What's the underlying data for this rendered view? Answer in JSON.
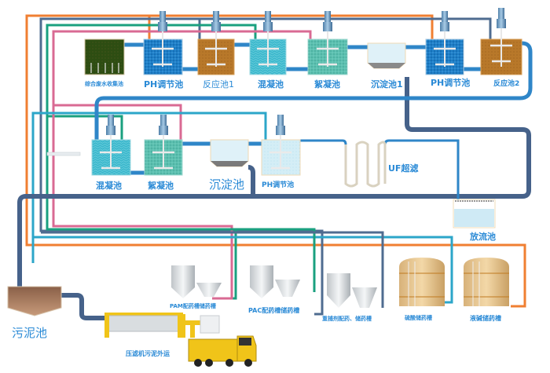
{
  "title": "综合废水处理工艺流程",
  "colors": {
    "water_pipe": "#2f86c8",
    "sludge_pipe": "#46628a",
    "line_orange": "#f07f32",
    "line_navy": "#4f6c90",
    "line_green": "#1aa07f",
    "line_pink": "#d96a93",
    "line_cyan": "#2ca6c9",
    "label_blue": "#2a8ad6"
  },
  "row1": {
    "collection_tank": "综合废水收集池",
    "ph_tank_1": "PH调节池",
    "reaction_tank_1": "反应池1",
    "coagulation_tank_1": "混凝池",
    "flocculation_tank_1": "絮凝池",
    "sedimentation_tank_1": "沉淀池1",
    "ph_tank_2": "PH调节池",
    "reaction_tank_2": "反应池2"
  },
  "row2": {
    "coagulation_tank_2": "混凝池",
    "flocculation_tank_2": "絮凝池",
    "sedimentation_tank_2": "沉淀池",
    "ph_tank_3": "PH调节池",
    "uf": "UF超滤",
    "discharge_tank": "放流池"
  },
  "sludge": {
    "sludge_tank": "污泥池",
    "filter_press": "压滤机污泥外运"
  },
  "chemicals": {
    "pam": "PAM配药槽储药槽",
    "pac": "PAC配药槽储药槽",
    "reducer": "重捕剂配药、储药槽",
    "acid": "硫酸储药槽",
    "alkali": "液碱储药槽"
  }
}
